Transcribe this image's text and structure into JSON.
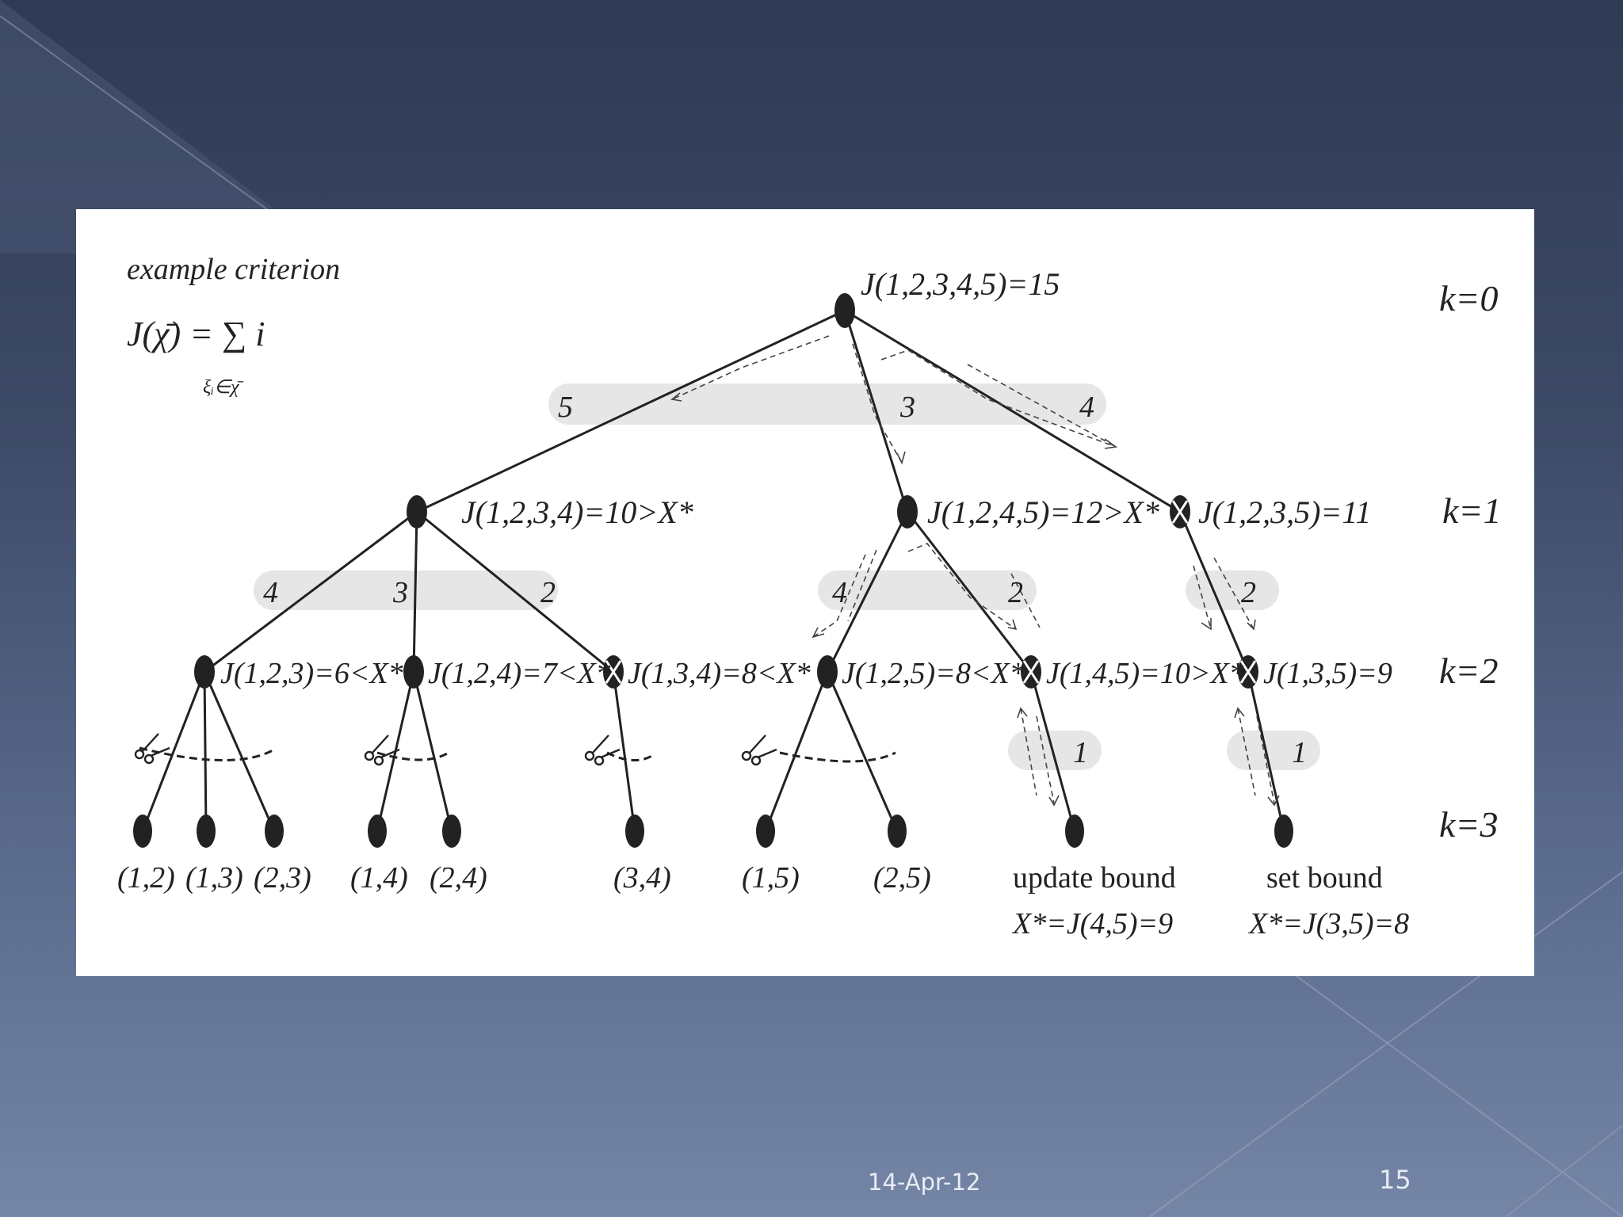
{
  "slide": {
    "date": "14-Apr-12",
    "page_number": "15"
  },
  "diagram": {
    "criterion_title": "example criterion",
    "criterion_formula": "J(χ̄) = ∑ i",
    "criterion_subscript": "ξᵢ∈χ̄",
    "levels": [
      "k=0",
      "k=1",
      "k=2",
      "k=3"
    ],
    "nodes": {
      "root": "J(1,2,3,4,5)=15",
      "n1234": "J(1,2,3,4)=10>X*",
      "n1245": "J(1,2,4,5)=12>X*",
      "n1235": "J(1,2,3,5)=11",
      "n123": "J(1,2,3)=6<X*",
      "n124": "J(1,2,4)=7<X*",
      "n134": "J(1,3,4)=8<X*",
      "n125": "J(1,2,5)=8<X*",
      "n145": "J(1,4,5)=10>X*",
      "n135": "J(1,3,5)=9"
    },
    "leaves": [
      "(1,2)",
      "(1,3)",
      "(2,3)",
      "(1,4)",
      "(2,4)",
      "(3,4)",
      "(1,5)",
      "(2,5)"
    ],
    "edge_labels": {
      "r5": "5",
      "r3": "3",
      "r4": "4",
      "a4": "4",
      "a3": "3",
      "a2": "2",
      "b4": "4",
      "b2": "2",
      "c2": "2",
      "d1": "1",
      "e1": "1"
    },
    "update_bound": {
      "title": "update bound",
      "value": "X*=J(4,5)=9"
    },
    "set_bound": {
      "title": "set bound",
      "value": "X*=J(3,5)=8"
    },
    "colors": {
      "node": "#222222",
      "band": "#e6e6e6",
      "edge": "#222222"
    }
  }
}
